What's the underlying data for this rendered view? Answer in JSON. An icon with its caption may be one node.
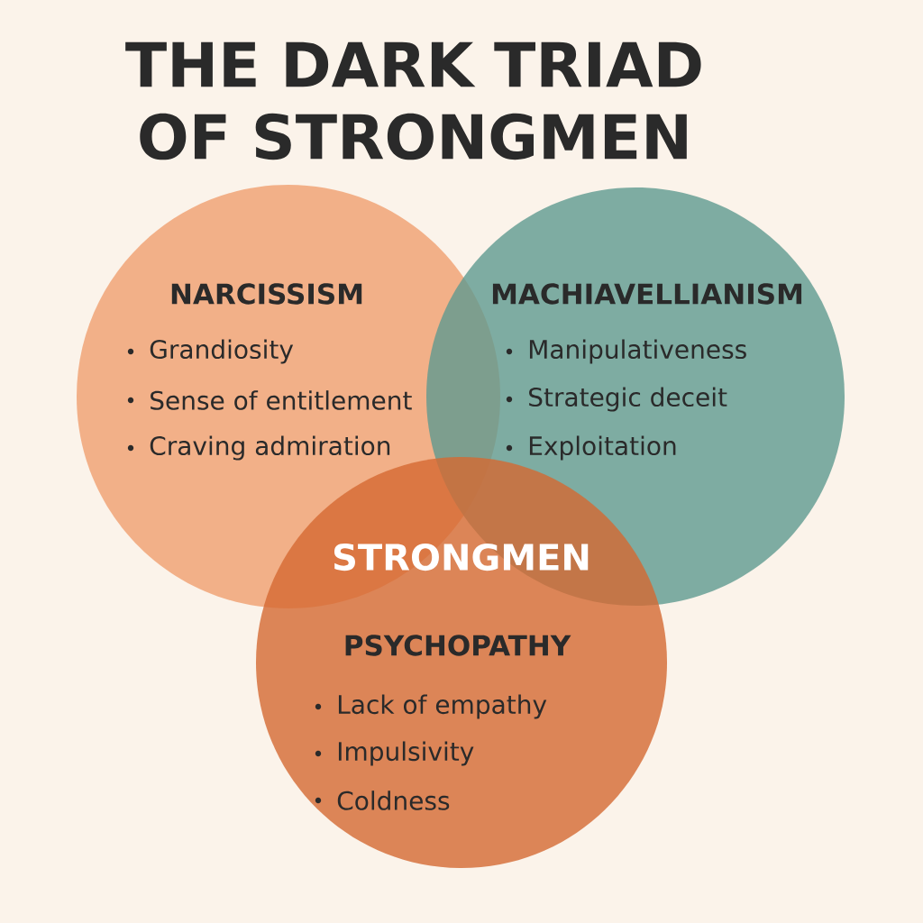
{
  "diagram": {
    "title": "THE DARK TRIAD OF STRONGMEN",
    "nodes": [
      {
        "text": [
          "NARCISSISM",
          "Grandiosity",
          "Sense of entitlement",
          "Craving admiration"
        ]
      },
      {
        "text": [
          "MACHIAVELLIANISM",
          "Manipulativeness",
          "Strategic deceit",
          "Exploitation"
        ]
      },
      {
        "text": [
          "PSYCHOPATHY",
          "Lack of empathy",
          "Impulsivity",
          "Coldness"
        ]
      }
    ],
    "labels": [
      "STRONGMEN"
    ]
  }
}
